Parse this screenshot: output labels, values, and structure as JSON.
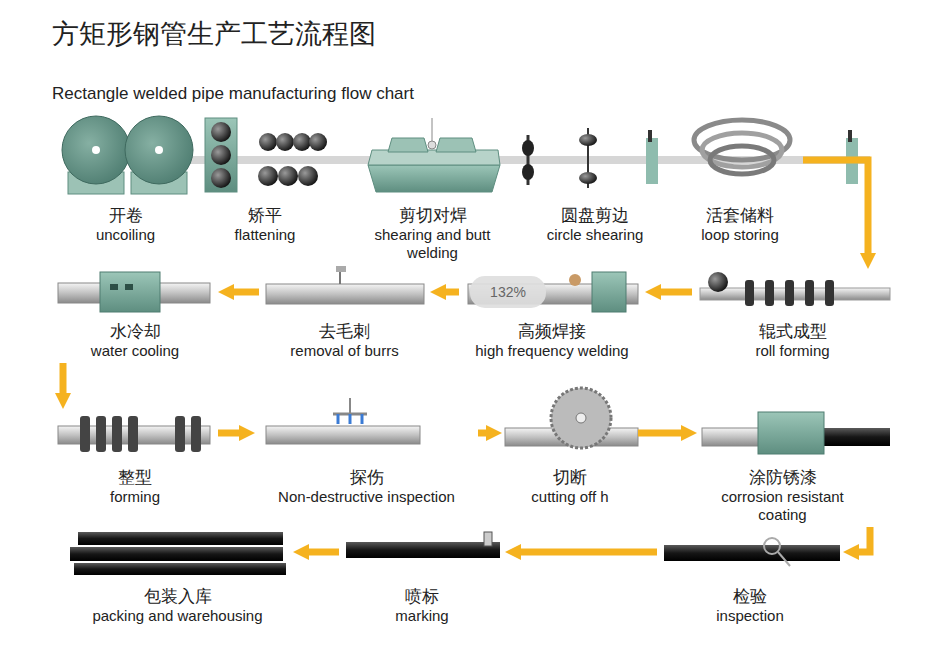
{
  "diagram": {
    "title": "方矩形钢管生产工艺流程图",
    "nodes": [
      {
        "text": [
          "开卷",
          "uncoiling"
        ]
      },
      {
        "text": [
          "矫平",
          "flattening"
        ]
      },
      {
        "text": [
          "剪切对焊",
          "shearing and butt welding"
        ]
      },
      {
        "text": [
          "圆盘剪边",
          "circle shearing"
        ]
      },
      {
        "text": [
          "活套储料",
          "loop storing"
        ]
      },
      {
        "text": [
          "辊式成型",
          "roll forming"
        ]
      },
      {
        "text": [
          "高频焊接",
          "high frequency welding"
        ]
      },
      {
        "text": [
          "去毛刺",
          "removal of burrs"
        ]
      },
      {
        "text": [
          "水冷却",
          "water cooling"
        ]
      },
      {
        "text": [
          "整型",
          "forming"
        ]
      },
      {
        "text": [
          "探伤",
          "Non-destructive inspection"
        ]
      },
      {
        "text": [
          "切断",
          "cutting off h"
        ]
      },
      {
        "text": [
          "涂防锈漆",
          "corrosion resistant coating"
        ]
      },
      {
        "text": [
          "检验",
          "inspection"
        ]
      },
      {
        "text": [
          "喷标",
          "marking"
        ]
      },
      {
        "text": [
          "包装入库",
          "packing and warehousing"
        ]
      }
    ],
    "edges": [
      {
        "from": 0,
        "to": 1,
        "arrow": "none"
      },
      {
        "from": 1,
        "to": 2,
        "arrow": "none"
      },
      {
        "from": 2,
        "to": 3,
        "arrow": "none"
      },
      {
        "from": 3,
        "to": 4,
        "arrow": "none"
      },
      {
        "from": 4,
        "to": 5,
        "arrow": "to"
      },
      {
        "from": 5,
        "to": 6,
        "arrow": "to"
      },
      {
        "from": 6,
        "to": 7,
        "arrow": "to"
      },
      {
        "from": 7,
        "to": 8,
        "arrow": "to"
      },
      {
        "from": 8,
        "to": 9,
        "arrow": "to"
      },
      {
        "from": 9,
        "to": 10,
        "arrow": "to"
      },
      {
        "from": 10,
        "to": 11,
        "arrow": "to"
      },
      {
        "from": 11,
        "to": 12,
        "arrow": "to"
      },
      {
        "from": 12,
        "to": 13,
        "arrow": "to"
      },
      {
        "from": 13,
        "to": 14,
        "arrow": "to"
      },
      {
        "from": 14,
        "to": 15,
        "arrow": "to"
      }
    ],
    "labels": [
      "Rectangle welded pipe manufacturing flow chart",
      "132%"
    ]
  }
}
